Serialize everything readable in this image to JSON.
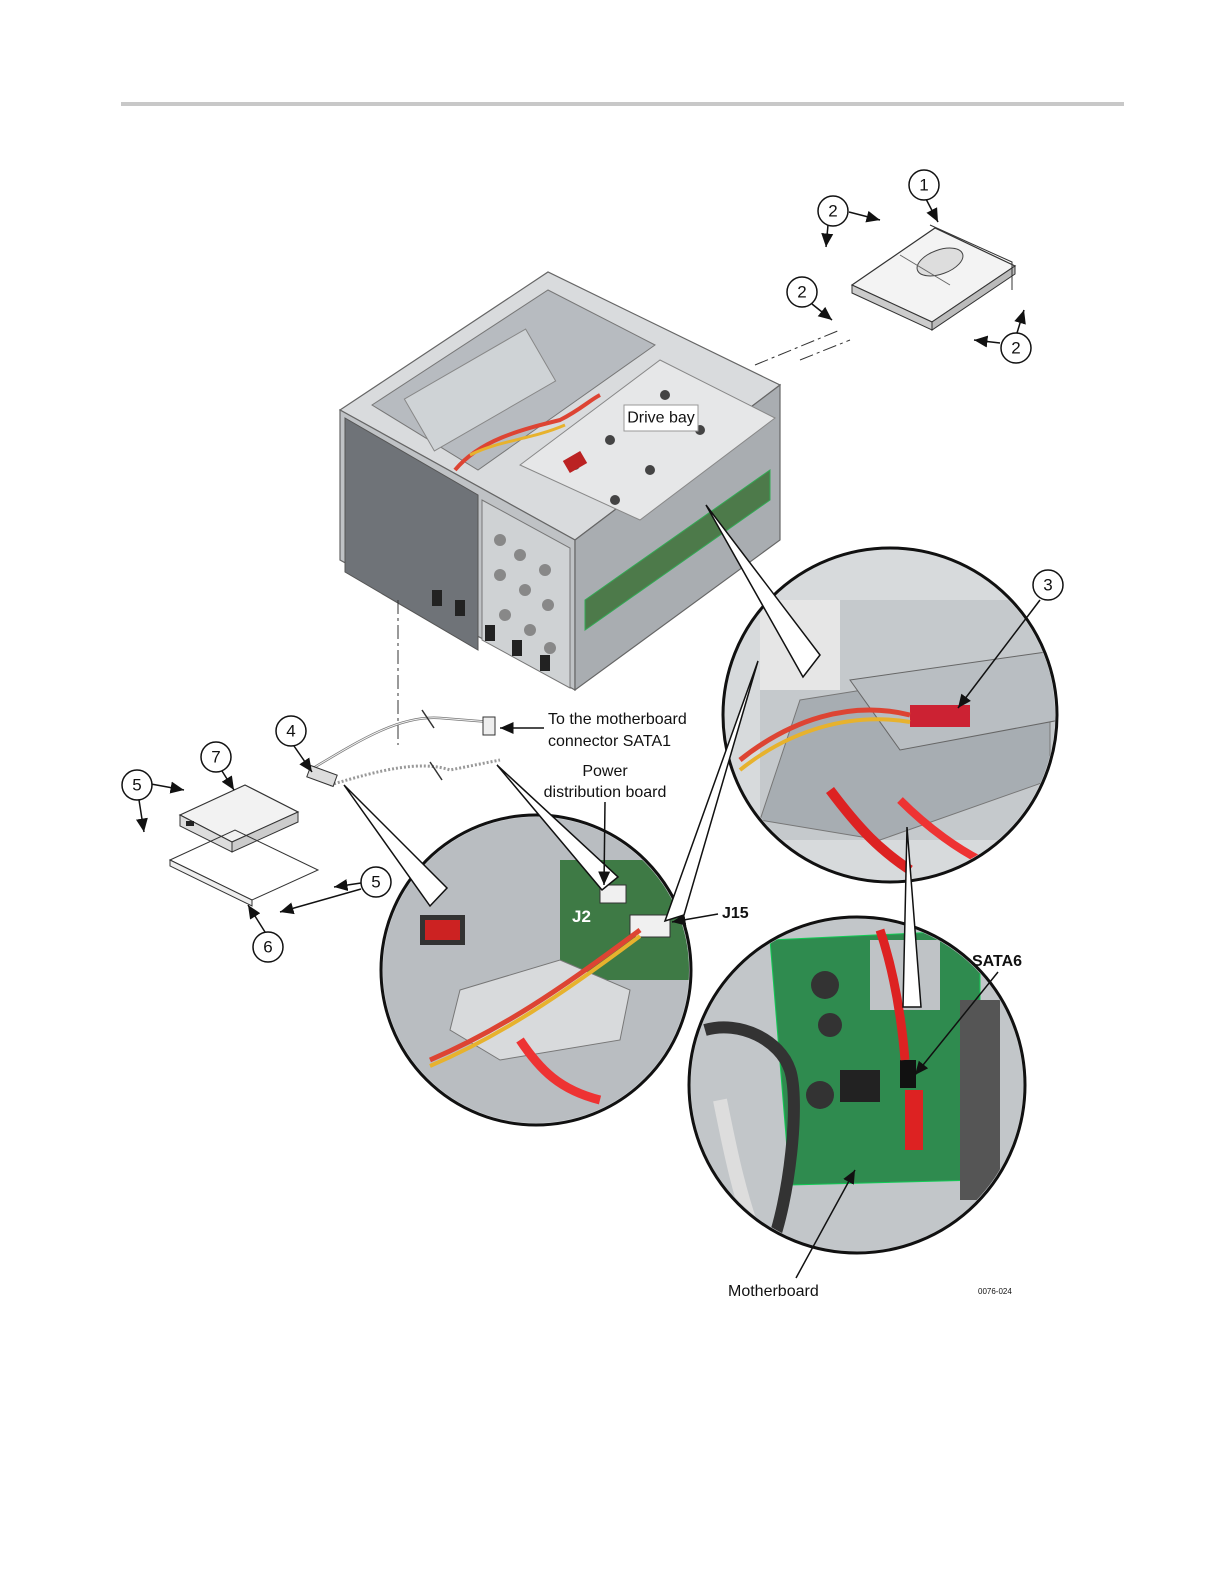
{
  "figure": {
    "callouts": [
      "1",
      "2",
      "2",
      "2",
      "3",
      "4",
      "5",
      "5",
      "6",
      "7"
    ],
    "labels": {
      "drive_bay": "Drive bay",
      "to_motherboard_line1": "To the motherboard",
      "to_motherboard_line2": "connector SATA1",
      "power_line1": "Power",
      "power_line2": "distribution board",
      "j2": "J2",
      "j15": "J15",
      "sata6": "SATA6",
      "motherboard": "Motherboard",
      "figure_id": "0076-024"
    }
  }
}
